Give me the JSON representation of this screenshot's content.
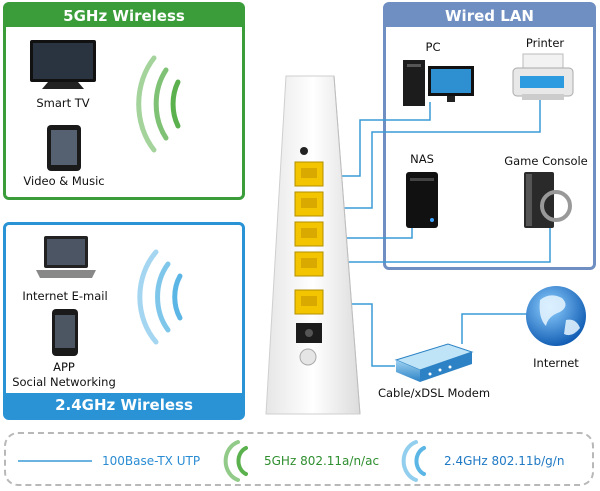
{
  "panels": {
    "wireless_5g": {
      "title": "5GHz Wireless",
      "color": "#3a9d3a"
    },
    "wireless_24g": {
      "title": "2.4GHz Wireless",
      "color": "#2a93d5"
    },
    "wired_lan": {
      "title": "Wired LAN",
      "color": "#6f8fc2"
    }
  },
  "devices": {
    "smart_tv": "Smart TV",
    "tablet": "Video & Music",
    "laptop": "Internet E-mail",
    "phone_line1": "APP",
    "phone_line2": "Social Networking",
    "pc": "PC",
    "printer": "Printer",
    "nas": "NAS",
    "game_console": "Game Console",
    "modem": "Cable/xDSL Modem",
    "internet": "Internet"
  },
  "legend": {
    "utp": "100Base-TX UTP",
    "wifi_5g": "5GHz 802.11a/n/ac",
    "wifi_24g": "2.4GHz 802.11b/g/n"
  }
}
